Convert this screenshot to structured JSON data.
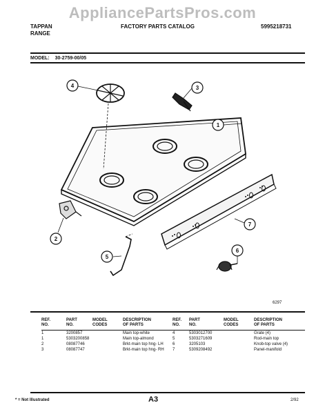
{
  "watermark": "AppliancePartsPros.com",
  "header": {
    "brand_line1": "TAPPAN",
    "brand_line2": "RANGE",
    "catalog_title": "FACTORY PARTS CATALOG",
    "catalog_number": "5995218731"
  },
  "model": {
    "label": "MODEL:",
    "value": "30-2759-00/05"
  },
  "diagram": {
    "callouts": [
      "1",
      "2",
      "3",
      "4",
      "5",
      "6",
      "7"
    ],
    "figure_id": "6297"
  },
  "table": {
    "headers": {
      "ref": [
        "REF.",
        "NO."
      ],
      "part": [
        "PART",
        "NO."
      ],
      "codes": [
        "MODEL",
        "CODES"
      ],
      "desc": [
        "DESCRIPTION",
        "OF PARTS"
      ]
    },
    "left_rows": [
      {
        "ref": "1",
        "part": "3200857",
        "codes": "",
        "desc": "Main top-white"
      },
      {
        "ref": "1",
        "part": "5303200858",
        "codes": "",
        "desc": "Main top-almond"
      },
      {
        "ref": "2",
        "part": "08087746",
        "codes": "",
        "desc": "Brkt-main top hng- LH"
      },
      {
        "ref": "3",
        "part": "08087747",
        "codes": "",
        "desc": "Brkt-main top hng- RH"
      }
    ],
    "right_rows": [
      {
        "ref": "4",
        "part": "5303012700",
        "codes": "",
        "desc": "Grate (4)"
      },
      {
        "ref": "5",
        "part": "5303271609",
        "codes": "",
        "desc": "Rod-main top"
      },
      {
        "ref": "6",
        "part": "3205103",
        "codes": "",
        "desc": "Knob-top valve (4)"
      },
      {
        "ref": "7",
        "part": "5309208492",
        "codes": "",
        "desc": "Panel-manifold"
      }
    ]
  },
  "footer": {
    "note": "* = Not Illustrated",
    "page": "A3",
    "date": "2/92"
  }
}
